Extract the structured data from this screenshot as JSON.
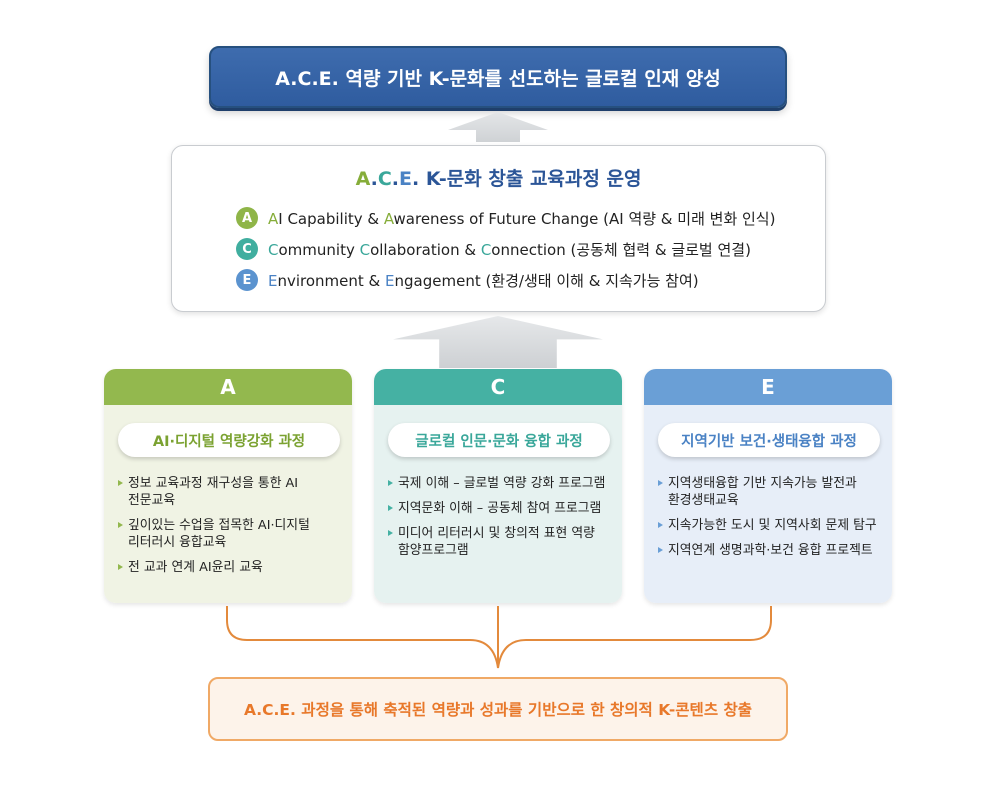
{
  "goal": {
    "text": "A.C.E. 역량 기반 K-문화를 선도하는 글로컬 인재 양성"
  },
  "ace_panel": {
    "title_letters": [
      "A",
      ".",
      "C",
      ".",
      "E",
      "."
    ],
    "title_rest": " K-문화 창출 교육과정 운영",
    "rows": [
      {
        "badge": "A",
        "parts": [
          {
            "t": "A",
            "hl": true
          },
          {
            "t": "I Capability & ",
            "hl": false
          },
          {
            "t": "A",
            "hl": true
          },
          {
            "t": "wareness of Future Change (AI 역량 & 미래 변화 인식)",
            "hl": false
          }
        ]
      },
      {
        "badge": "C",
        "parts": [
          {
            "t": "C",
            "hl": true
          },
          {
            "t": "ommunity ",
            "hl": false
          },
          {
            "t": "C",
            "hl": true
          },
          {
            "t": "ollaboration & ",
            "hl": false
          },
          {
            "t": "C",
            "hl": true
          },
          {
            "t": "onnection (공동체 협력 & 글로벌 연결)",
            "hl": false
          }
        ]
      },
      {
        "badge": "E",
        "parts": [
          {
            "t": "E",
            "hl": true
          },
          {
            "t": "nvironment & ",
            "hl": false
          },
          {
            "t": "E",
            "hl": true
          },
          {
            "t": "ngagement (환경/생태 이해 & 지속가능 참여)",
            "hl": false
          }
        ]
      }
    ]
  },
  "columns": {
    "a": {
      "header": "A",
      "pill": "AI·디지털 역량강화 과정",
      "items": [
        "정보 교육과정 재구성을 통한 AI\n전문교육",
        "깊이있는 수업을 접목한 AI·디지털\n리터러시 융합교육",
        "전 교과 연계 AI윤리 교육"
      ]
    },
    "c": {
      "header": "C",
      "pill": "글로컬 인문·문화 융합 과정",
      "items": [
        "국제 이해 – 글로벌 역량 강화 프로그램",
        "지역문화 이해 – 공동체 참여 프로그램",
        "미디어 리터러시 및 창의적 표현 역량\n함양프로그램"
      ]
    },
    "e": {
      "header": "E",
      "pill": "지역기반 보건·생태융합 과정",
      "items": [
        "지역생태융합 기반 지속가능 발전과\n환경생태교육",
        "지속가능한 도시 및 지역사회 문제 탐구",
        "지역연계 생명과학·보건 융합 프로젝트"
      ]
    }
  },
  "outcome": {
    "text": "A.C.E. 과정을 통해 축적된 역량과 성과를 기반으로 한 창의적 K-콘텐츠 창출"
  },
  "colors": {
    "a": "#93b84e",
    "c": "#45b1a3",
    "e": "#6a9fd6",
    "goal": "#2f5c9f",
    "outcome": "#e8782a"
  }
}
